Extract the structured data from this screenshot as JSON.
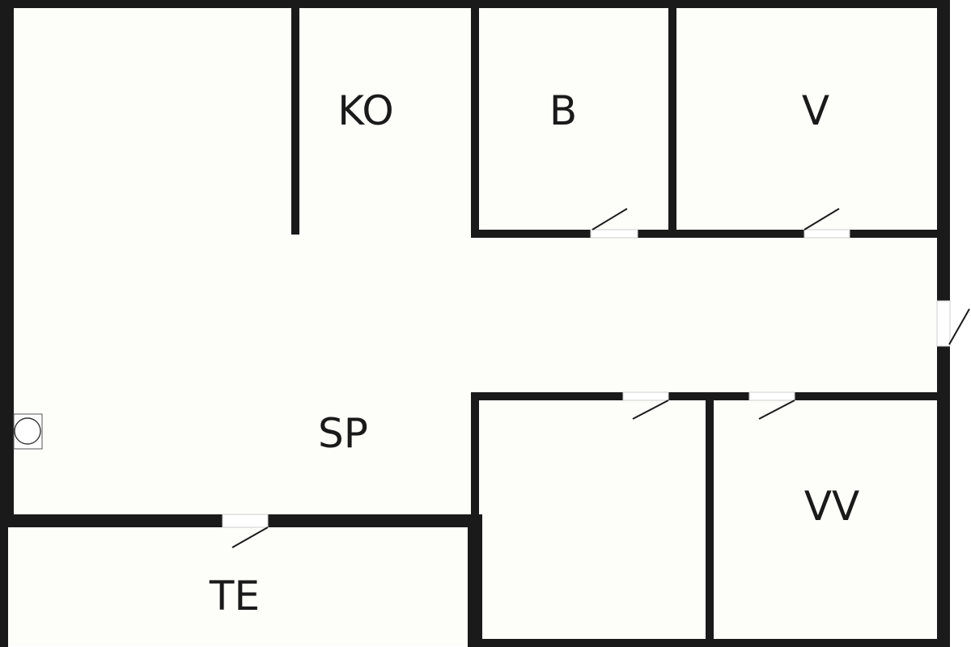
{
  "floor_plan": {
    "colors": {
      "wall": "#1a1a1a",
      "floor": "#fdfefa",
      "door_frame": "#cfcfcf",
      "background": "#ffffff"
    },
    "rooms": {
      "ko": "KO",
      "b": "B",
      "v": "V",
      "sp": "SP",
      "te": "TE",
      "vv": "VV"
    },
    "fixtures": [
      "fireplace-stove"
    ]
  }
}
